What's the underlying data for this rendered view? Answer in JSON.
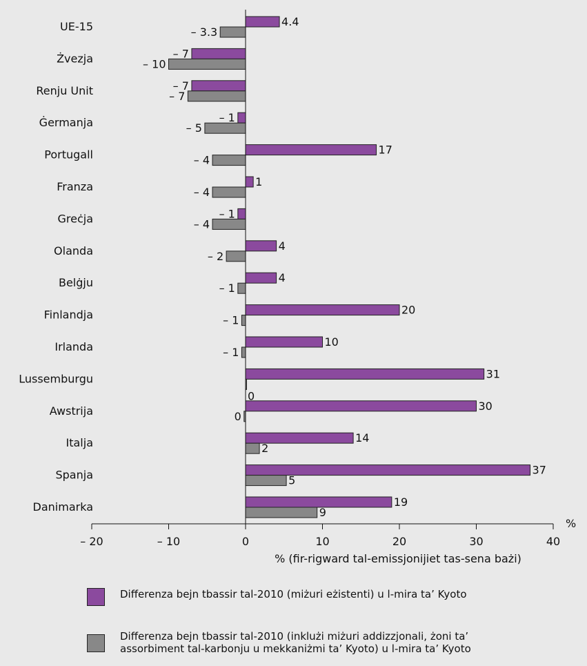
{
  "chart_data": {
    "type": "bar",
    "orientation": "horizontal",
    "categories": [
      "UE-15",
      "Żvezja",
      "Renju Unit",
      "Ġermanja",
      "Portugall",
      "Franza",
      "Greċja",
      "Olanda",
      "Belġju",
      "Finlandja",
      "Irlanda",
      "Lussemburgu",
      "Awstrija",
      "Italja",
      "Spanja",
      "Danimarka"
    ],
    "series": [
      {
        "name": "Differenza bejn tbassir tal-2010 (miżuri eżistenti) u l-mira ta’ Kyoto",
        "color": "#8b4a9e",
        "values": [
          4.4,
          -7,
          -7,
          -1,
          17,
          1,
          -1,
          4,
          4,
          20,
          10,
          31,
          30,
          14,
          37,
          19
        ],
        "labels": [
          "4.4",
          "– 7",
          "– 7",
          "– 1",
          "17",
          "1",
          "– 1",
          "4",
          "4",
          "20",
          "10",
          "31",
          "30",
          "14",
          "37",
          "19"
        ]
      },
      {
        "name": "Differenza bejn tbassir tal-2010 (inklużi miżuri addizzjonali, żoni ta’\nassorbiment tal-karbonju u mekkaniżmi ta’ Kyoto) u l-mira ta’ Kyoto",
        "color": "#888888",
        "values": [
          -3.3,
          -10,
          -7.5,
          -5.3,
          -4.3,
          -4.3,
          -4.3,
          -2.5,
          -1,
          -0.5,
          -0.5,
          0,
          -0.2,
          1.8,
          5.3,
          9.3
        ],
        "labels": [
          "– 3.3",
          "– 10",
          "– 7",
          "– 5",
          "– 4",
          "– 4",
          "– 4",
          "– 2",
          "– 1",
          "– 1",
          "– 1",
          "0",
          "0",
          "2",
          "5",
          "9"
        ]
      }
    ],
    "xlim": [
      -20,
      40
    ],
    "xticks": [
      -20,
      -10,
      0,
      10,
      20,
      30,
      40
    ],
    "xtick_labels": [
      "– 20",
      "– 10",
      "0",
      "10",
      "20",
      "30",
      "40"
    ],
    "xlabel": "% (fir-rigward tal-emissjonijiet tas-sena bażi)",
    "unit": "%",
    "grid": false,
    "legend": "bottom"
  }
}
